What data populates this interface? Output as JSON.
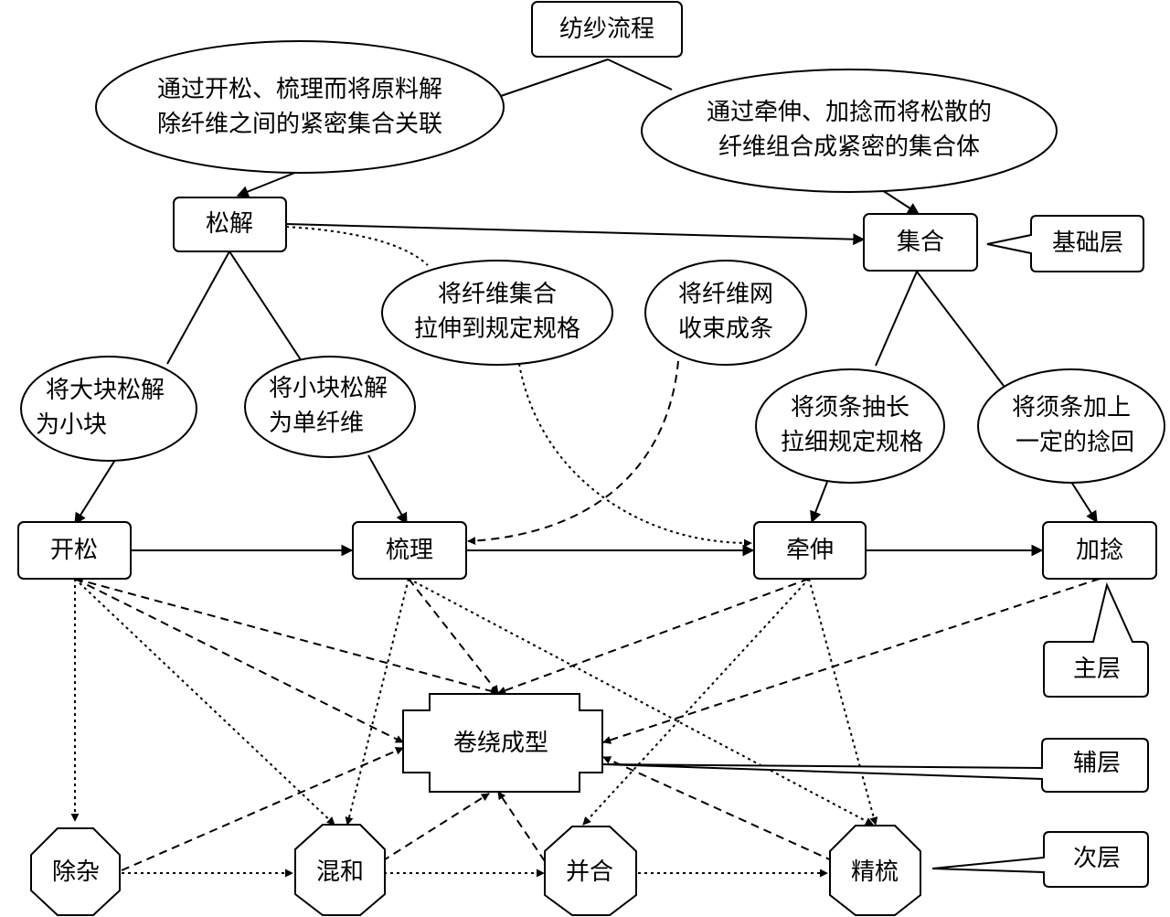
{
  "nodes": {
    "root": "纺纱流程",
    "ellipse_left": [
      "通过开松、梳理而将原料解",
      "除纤维之间的紧密集合关联"
    ],
    "ellipse_right": [
      "通过牵伸、加捻而将松散的",
      "纤维组合成紧密的集合体"
    ],
    "songjie": "松解",
    "jihe": "集合",
    "label_base": "基础层",
    "ellipse_big": [
      "将大块松解",
      "为小块"
    ],
    "ellipse_small": [
      "将小块松解",
      "为单纤维"
    ],
    "ellipse_stretch": [
      "将纤维集合",
      "拉伸到规定规格"
    ],
    "ellipse_net": [
      "将纤维网",
      "收束成条"
    ],
    "ellipse_draw": [
      "将须条抽长",
      "拉细规定规格"
    ],
    "ellipse_twist": [
      "将须条加上",
      "一定的捻回"
    ],
    "kaisong": "开松",
    "shuli": "梳理",
    "qianshen": "牵伸",
    "jianian": "加捻",
    "label_main": "主层",
    "juanrao": "卷绕成型",
    "label_aux": "辅层",
    "label_sub": "次层",
    "chuza": "除杂",
    "hunhe": "混和",
    "binghe": "并合",
    "jingshu": "精梳"
  }
}
